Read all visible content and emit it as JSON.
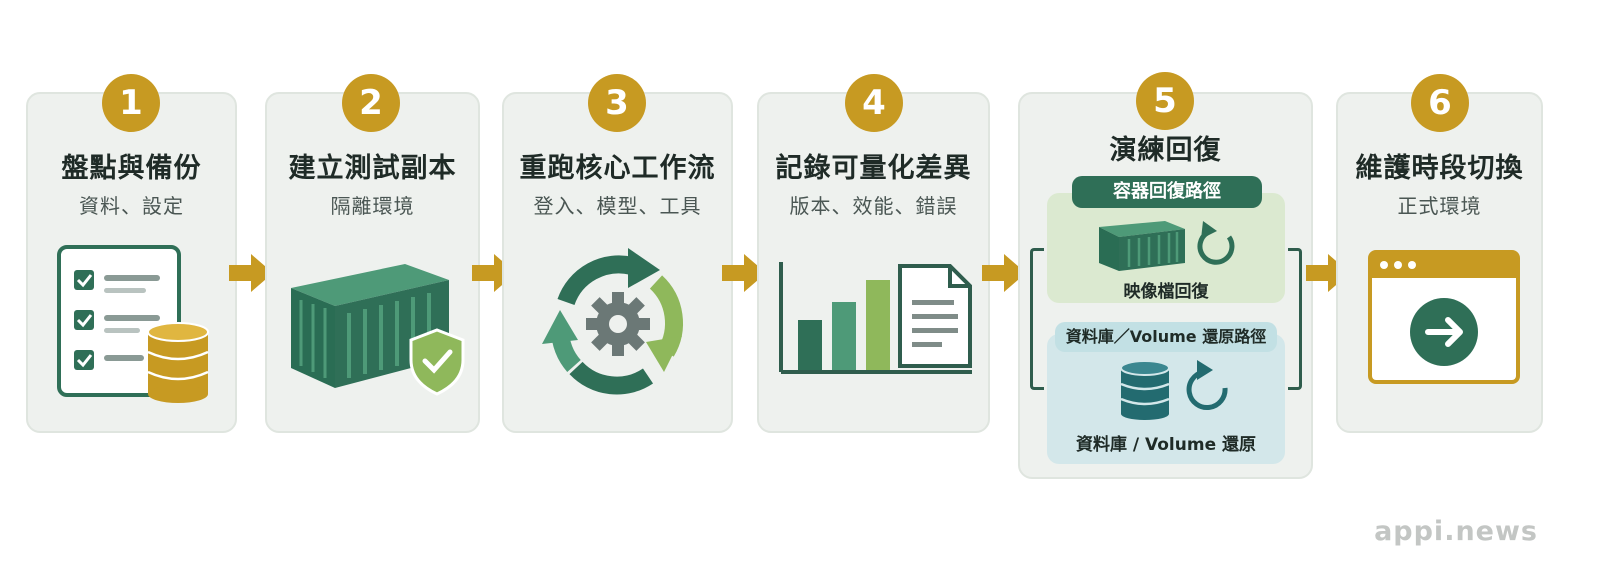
{
  "colors": {
    "gold": "#c79a22",
    "dark_green": "#2f6f57",
    "mid_green": "#4e9a78",
    "light_green": "#8fb85b",
    "teal": "#236b70",
    "card_bg": "#eef1ee",
    "panel_green": "#dbe9d0",
    "panel_blue": "#d3e7ea"
  },
  "steps": [
    {
      "number": "1",
      "title": "盤點與備份",
      "subtitle": "資料、設定",
      "icon": "checklist-database-icon"
    },
    {
      "number": "2",
      "title": "建立測試副本",
      "subtitle": "隔離環境",
      "icon": "container-shield-icon"
    },
    {
      "number": "3",
      "title": "重跑核心工作流",
      "subtitle": "登入、模型、工具",
      "icon": "cycle-gear-icon"
    },
    {
      "number": "4",
      "title": "記錄可量化差異",
      "subtitle": "版本、效能、錯誤",
      "icon": "bar-chart-document-icon"
    },
    {
      "number": "5",
      "title": "演練回復",
      "subtitle": "",
      "container_path": {
        "label": "容器回復路徑",
        "caption": "映像檔回復",
        "icon": "container-restore-icon"
      },
      "volume_path": {
        "label": "資料庫／Volume 還原路徑",
        "caption": "資料庫 / Volume 還原",
        "icon": "database-restore-icon"
      }
    },
    {
      "number": "6",
      "title": "維護時段切換",
      "subtitle": "正式環境",
      "icon": "browser-window-arrow-icon"
    }
  ],
  "watermark": "appi.news"
}
